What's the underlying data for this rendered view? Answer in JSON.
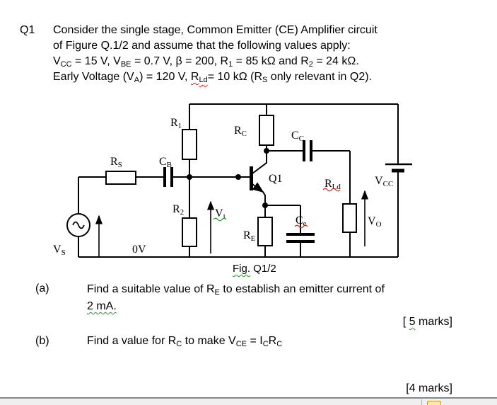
{
  "question": {
    "number": "Q1",
    "lines": [
      [
        {
          "t": "Consider the single stage, Common Emitter (CE) Amplifier circuit"
        }
      ],
      [
        {
          "t": "of Figure Q.1/2 and assume that the following values apply:"
        }
      ],
      [
        {
          "t": "V"
        },
        {
          "sub": "CC"
        },
        {
          "t": " = 15 V, V"
        },
        {
          "sub": "BE"
        },
        {
          "t": " = 0.7 V, β = 200, R"
        },
        {
          "sub": "1"
        },
        {
          "t": " = 85 kΩ and R"
        },
        {
          "sub": "2"
        },
        {
          "t": " = 24 kΩ."
        }
      ],
      [
        {
          "t": "Early Voltage (V"
        },
        {
          "sub": "A"
        },
        {
          "t": ") = 120 V, "
        },
        {
          "t": "R",
          "u": "red"
        },
        {
          "sub": "Ld",
          "u": "red"
        },
        {
          "t": "= 10 kΩ (R"
        },
        {
          "sub": "S"
        },
        {
          "t": " only relevant in Q2)."
        }
      ]
    ]
  },
  "figure": {
    "caption": [
      {
        "t": "Fig.",
        "u": "green"
      },
      {
        "t": " Q1/2"
      }
    ],
    "labels": {
      "r1": {
        "main": "R",
        "sub": "1"
      },
      "rc": {
        "main": "R",
        "sub": "C"
      },
      "cc": {
        "main": "C",
        "sub": "C"
      },
      "rs": {
        "main": "R",
        "sub": "S"
      },
      "cb": {
        "main": "C",
        "sub": "B"
      },
      "r2": {
        "main": "R",
        "sub": "2"
      },
      "q1": {
        "main": "Q1",
        "sub": ""
      },
      "rld": {
        "main": "R",
        "sub": "Ld"
      },
      "vcc": {
        "main": "V",
        "sub": "CC"
      },
      "vo": {
        "main": "V",
        "sub": "O"
      },
      "vi": {
        "main": "V",
        "sub": "i"
      },
      "re": {
        "main": "R",
        "sub": "E"
      },
      "ce": {
        "main": "C",
        "sub": "e"
      },
      "vs": {
        "main": "V",
        "sub": "S"
      },
      "zero": {
        "main": "0V",
        "sub": ""
      }
    }
  },
  "parts": [
    {
      "label": "(a)",
      "lines": [
        [
          {
            "t": "Find a suitable value of R"
          },
          {
            "sub": "E"
          },
          {
            "t": " to establish an emitter current of"
          }
        ],
        [
          {
            "t": "2 mA.",
            "u": "green"
          }
        ]
      ],
      "marks": [
        {
          "t": "[ "
        },
        {
          "t": "5",
          "u": "green"
        },
        {
          "t": " marks]"
        }
      ]
    },
    {
      "label": "(b)",
      "lines": [
        [
          {
            "t": "Find a value for R"
          },
          {
            "sub": "C"
          },
          {
            "t": " to make V"
          },
          {
            "sub": "CE"
          },
          {
            "t": " = I"
          },
          {
            "sub": "C"
          },
          {
            "t": "R"
          },
          {
            "sub": "C"
          }
        ]
      ],
      "marks": [
        {
          "t": "[4 marks]"
        }
      ]
    }
  ],
  "colors": {
    "squiggle_red": "#e02020",
    "squiggle_green": "#1fa01f",
    "statusbar_line": "#7b8690",
    "statusbar_bg": "#f0efed",
    "status_icon_fill": "#ffe9a0",
    "status_icon_border": "#c79a2e"
  }
}
